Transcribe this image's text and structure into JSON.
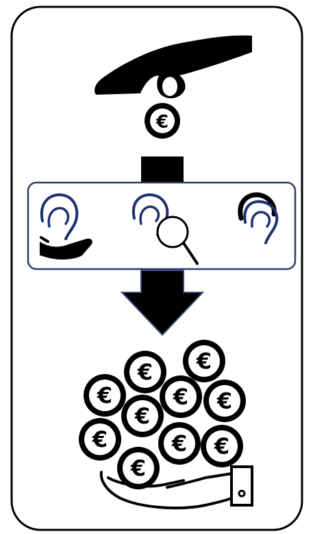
{
  "diagram": {
    "stages": [
      {
        "id": "investment",
        "icon": "hand-dropping-coin-icon",
        "symbol": "€"
      },
      {
        "id": "hearing",
        "icons": [
          "ear-care-icon",
          "ear-search-icon",
          "ear-loss-icon"
        ]
      },
      {
        "id": "return",
        "icon": "hand-holding-coins-icon",
        "symbol": "€"
      }
    ],
    "colors": {
      "outline": "#000000",
      "panel_border": "#2f3b6b",
      "ear": "#1f2f6e",
      "arrow_border": "#3c4a78",
      "fill": "#000000",
      "background": "#ffffff"
    },
    "coin_symbol": "€"
  }
}
